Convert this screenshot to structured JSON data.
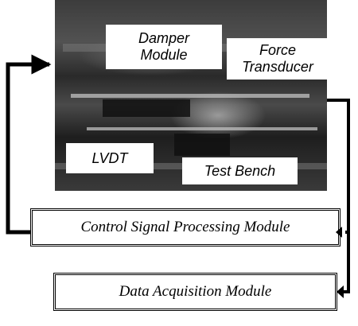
{
  "labels": {
    "damper_module": "Damper\nModule",
    "force_transducer": "Force\nTransducer",
    "lvdt": "LVDT",
    "test_bench": "Test Bench"
  },
  "modules": {
    "control_signal_processing": "Control Signal Processing Module",
    "data_acquisition": "Data Acquisition Module"
  }
}
